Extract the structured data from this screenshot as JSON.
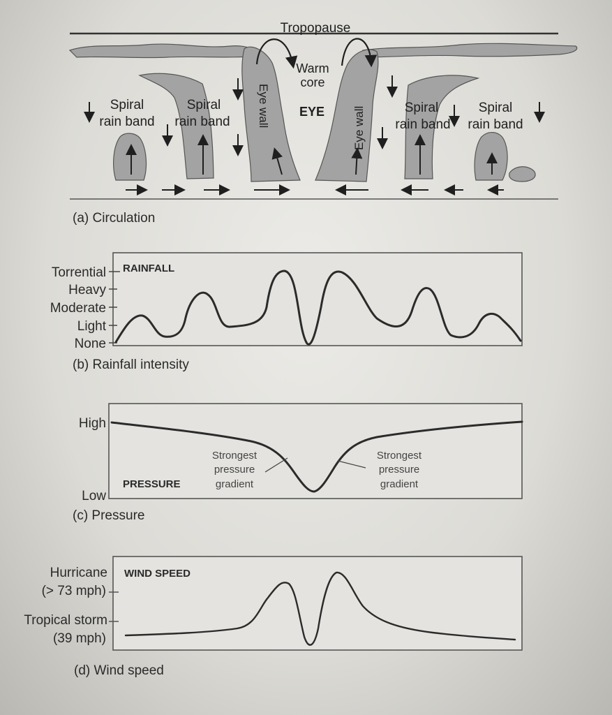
{
  "circulation": {
    "tropopause": "Tropopause",
    "warm_core_line1": "Warm",
    "warm_core_line2": "core",
    "eye": "EYE",
    "eye_wall_left": "Eye wall",
    "eye_wall_right": "Eye wall",
    "spiral_left_1": [
      "Spiral",
      "rain band"
    ],
    "spiral_left_2": [
      "Spiral",
      "rain band"
    ],
    "spiral_right_1": [
      "Spiral",
      "rain band"
    ],
    "spiral_right_2": [
      "Spiral",
      "rain band"
    ],
    "caption": "(a) Circulation"
  },
  "rainfall": {
    "title": "RAINFALL",
    "levels": [
      "Torrential",
      "Heavy",
      "Moderate",
      "Light",
      "None"
    ],
    "caption": "(b) Rainfall intensity"
  },
  "pressure": {
    "title": "PRESSURE",
    "high": "High",
    "low": "Low",
    "gradient_left": [
      "Strongest",
      "pressure",
      "gradient"
    ],
    "gradient_right": [
      "Strongest",
      "pressure",
      "gradient"
    ],
    "caption": "(c) Pressure"
  },
  "wind": {
    "title": "WIND SPEED",
    "hurricane": [
      "Hurricane",
      "(> 73 mph)"
    ],
    "tropical": [
      "Tropical storm",
      "(39 mph)"
    ],
    "caption": "(d) Wind speed"
  },
  "colors": {
    "ink": "#2b2b2b",
    "cloud": "#a3a3a3",
    "panel": "#e4e3df"
  }
}
